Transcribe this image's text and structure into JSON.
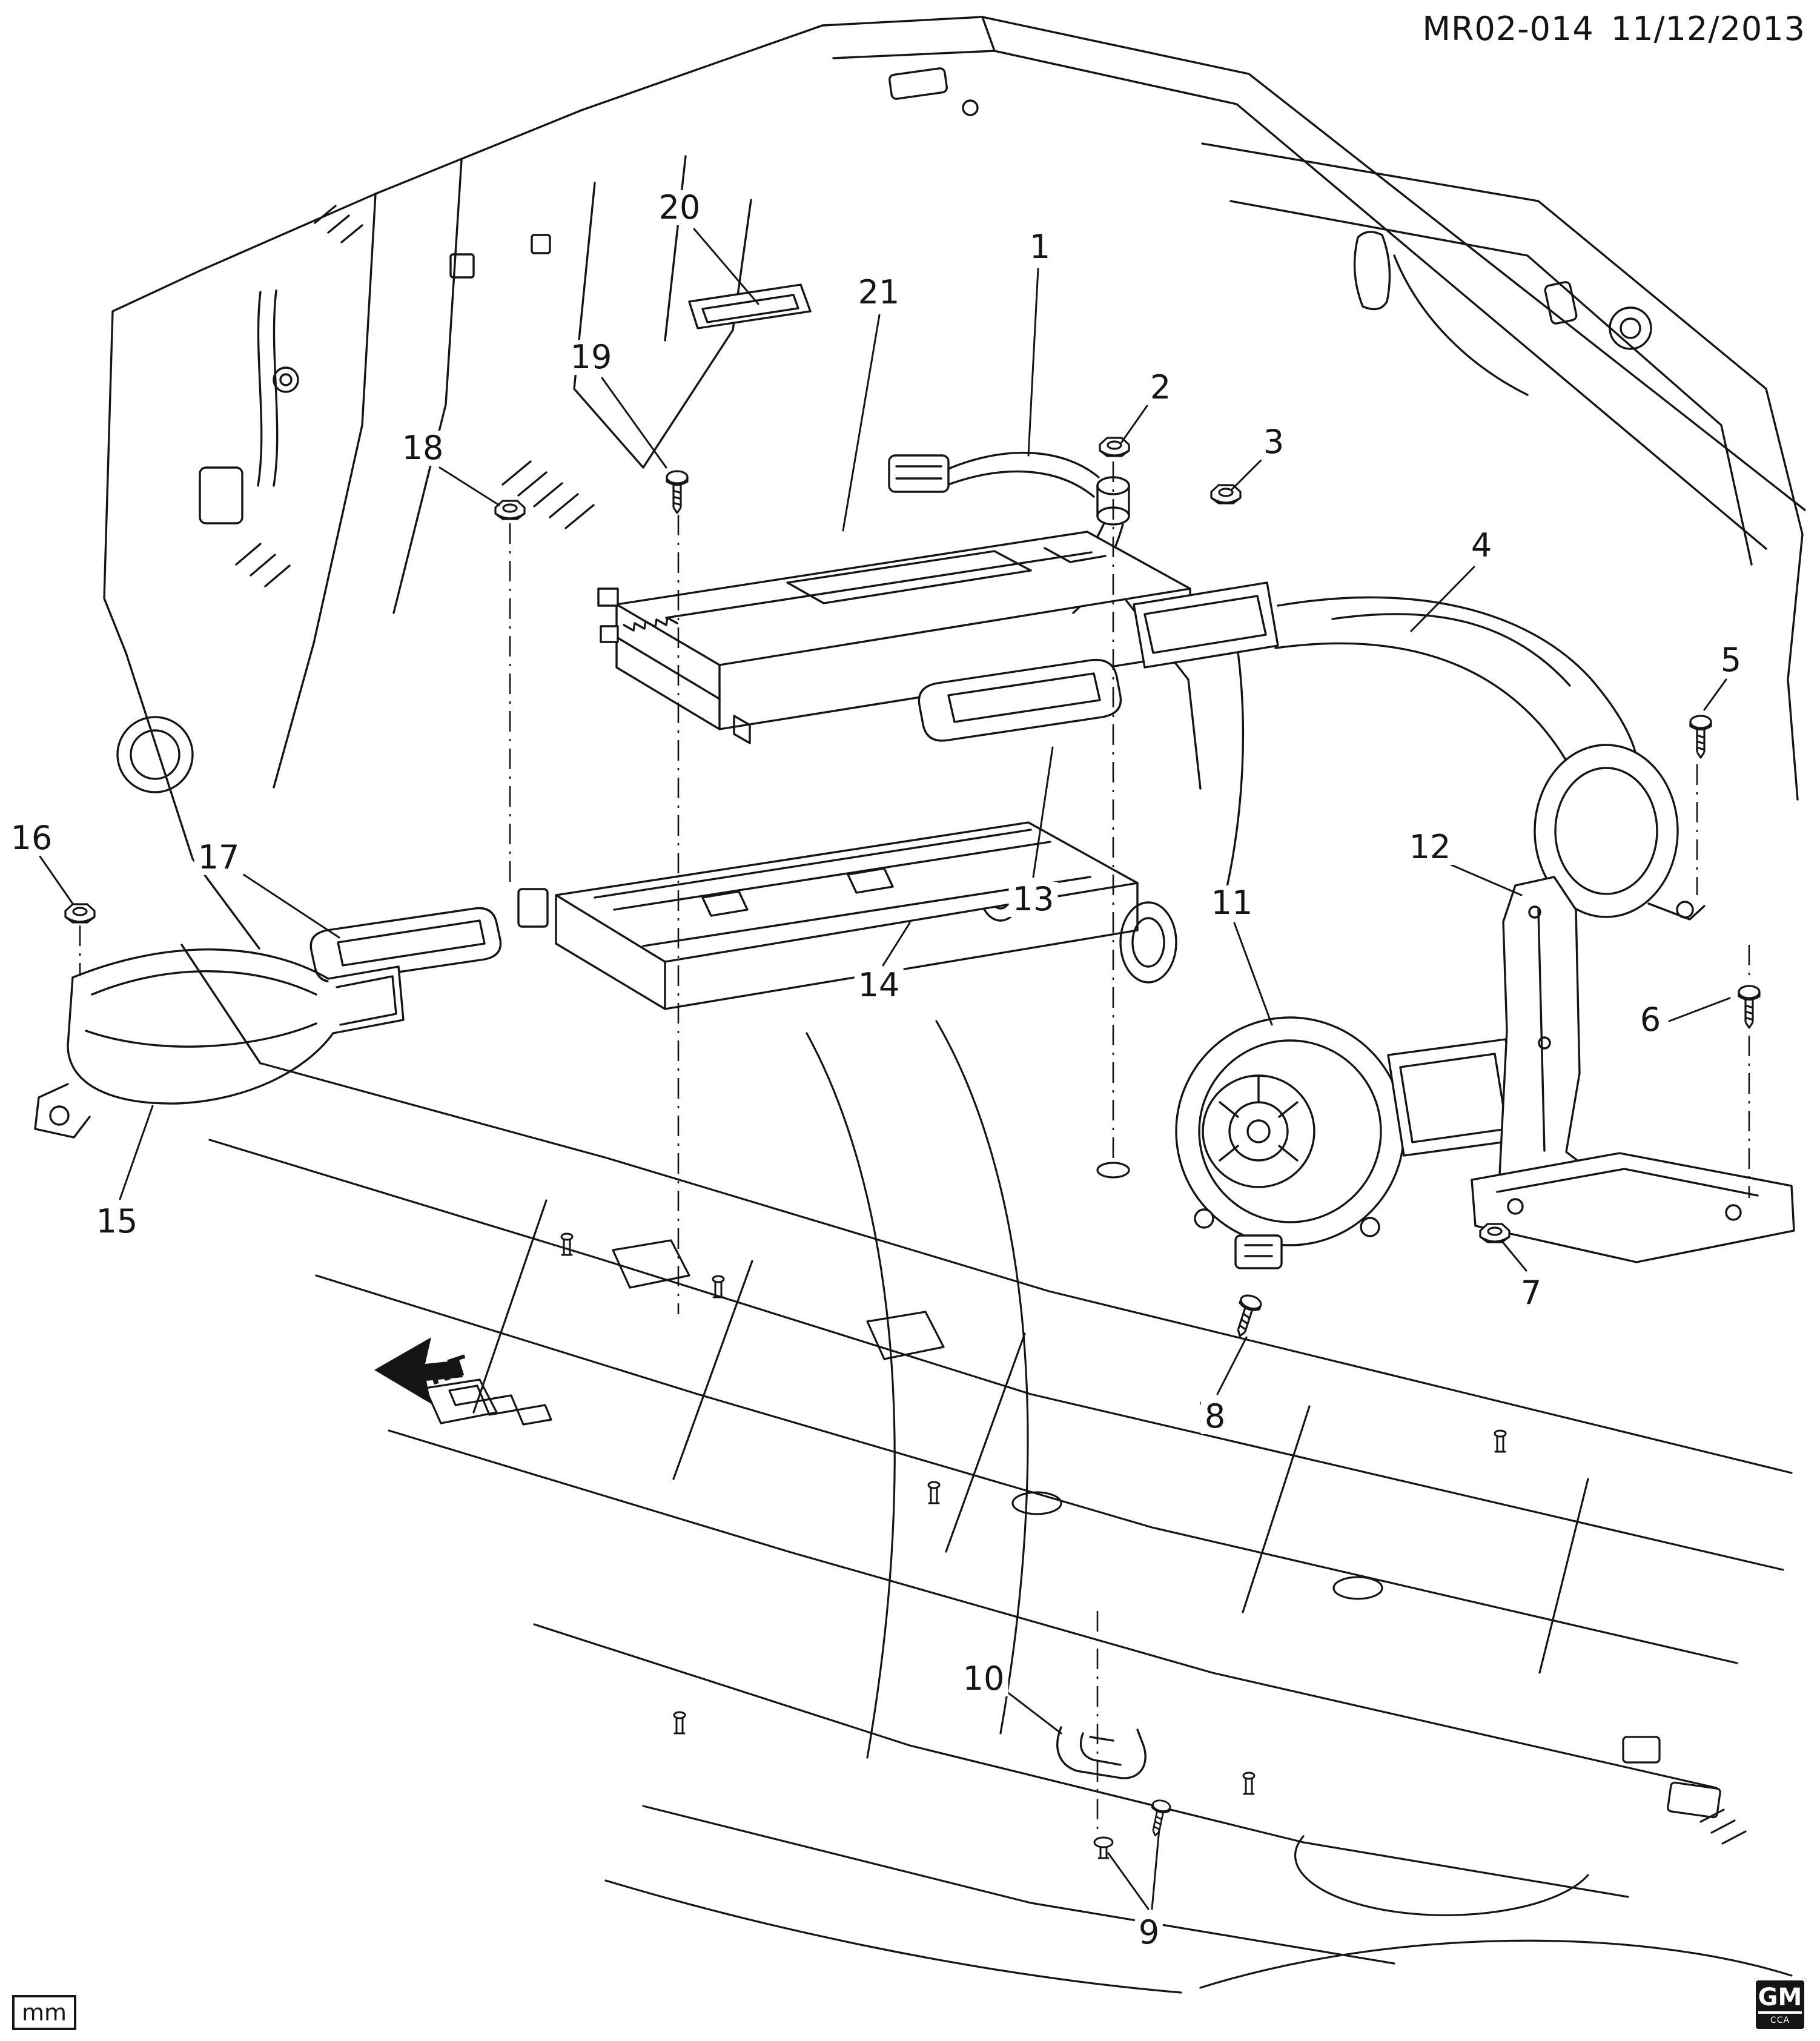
{
  "header": {
    "drawing_number": "MR02-014",
    "date": "11/12/2013"
  },
  "orientation": {
    "front_label": "FRT"
  },
  "footer": {
    "units_label": "mm",
    "brand": "GM",
    "brand_sub": "CCA"
  },
  "callouts": [
    {
      "label": "1"
    },
    {
      "label": "2"
    },
    {
      "label": "3"
    },
    {
      "label": "4"
    },
    {
      "label": "5"
    },
    {
      "label": "6"
    },
    {
      "label": "7"
    },
    {
      "label": "8"
    },
    {
      "label": "9"
    },
    {
      "label": "10"
    },
    {
      "label": "11"
    },
    {
      "label": "12"
    },
    {
      "label": "13"
    },
    {
      "label": "14"
    },
    {
      "label": "15"
    },
    {
      "label": "16"
    },
    {
      "label": "17"
    },
    {
      "label": "18"
    },
    {
      "label": "19"
    },
    {
      "label": "20"
    },
    {
      "label": "21"
    }
  ]
}
